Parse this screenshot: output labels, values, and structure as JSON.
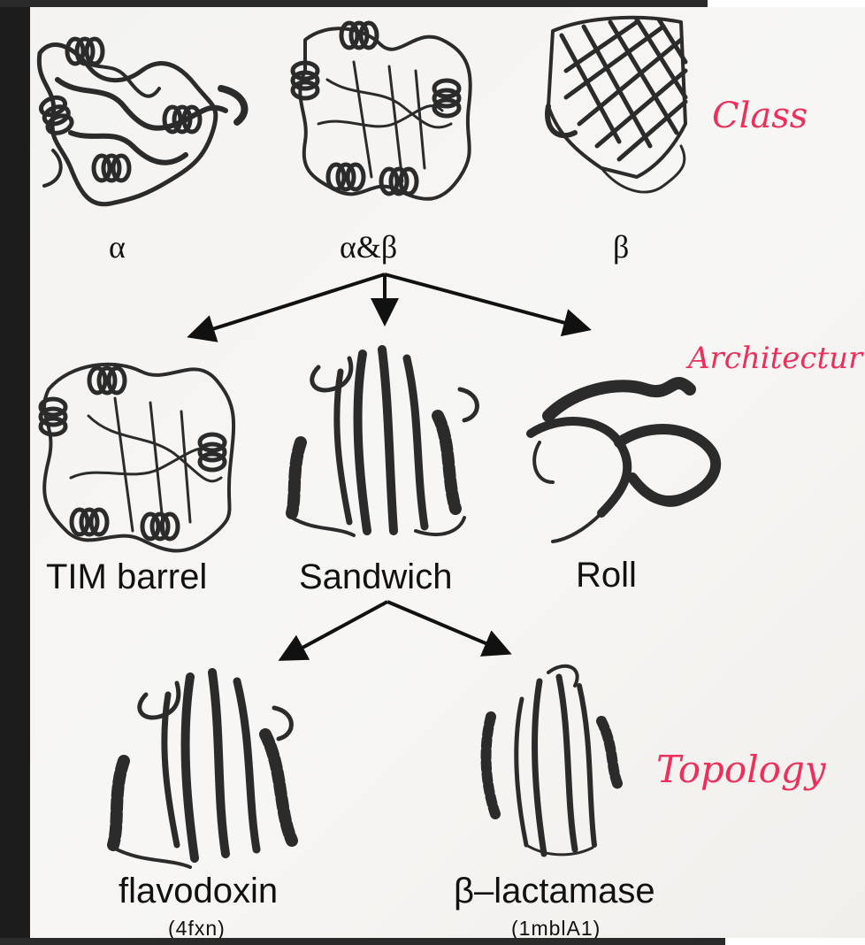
{
  "class_labels": {
    "alpha": "α",
    "alpha_beta": "α&β",
    "beta": "β"
  },
  "architecture_labels": {
    "tim_barrel": "TIM barrel",
    "sandwich": "Sandwich",
    "roll": "Roll"
  },
  "topology_labels": {
    "flavodoxin": "flavodoxin",
    "flavodoxin_code": "(4fxn)",
    "beta_lactamase": "β–lactamase",
    "beta_lactamase_code": "(1mblA1)"
  },
  "annotations": {
    "class": "Class",
    "architecture": "Architectur",
    "topology": "Topology"
  },
  "colors": {
    "annotation": "#ee2f5c",
    "ribbon": "#2b2b2b",
    "arrow": "#111111"
  }
}
